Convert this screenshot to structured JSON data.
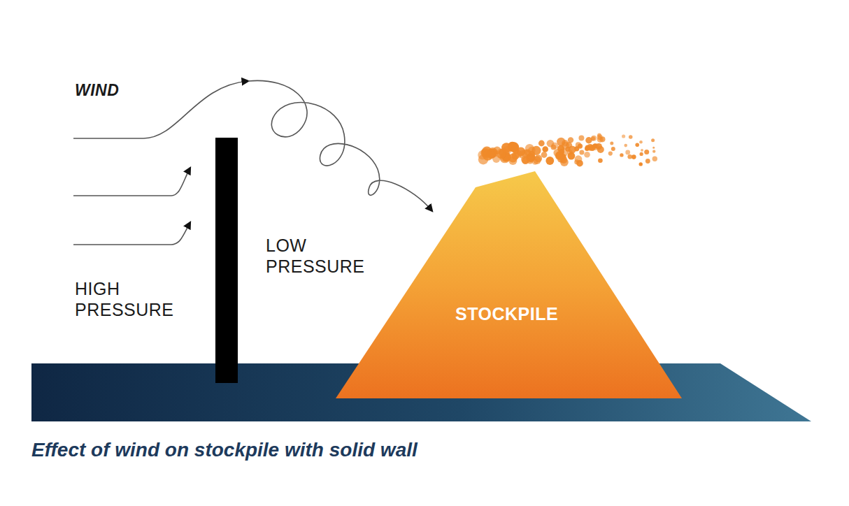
{
  "diagram": {
    "caption": "Effect of wind on stockpile with solid wall",
    "nodes": [
      {
        "text": [
          "STOCKPILE"
        ]
      }
    ],
    "labels": [
      "WIND",
      "HIGH PRESSURE",
      "LOW PRESSURE"
    ]
  }
}
